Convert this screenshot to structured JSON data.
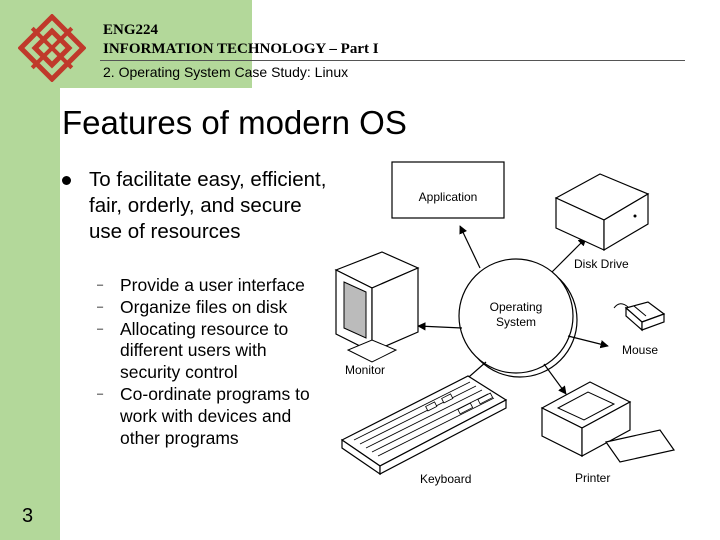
{
  "header": {
    "course": "ENG224",
    "course_title": "INFORMATION TECHNOLOGY – Part I",
    "section": "2. Operating System Case Study: Linux"
  },
  "slide": {
    "title": "Features of modern OS",
    "bullet": "To facilitate easy, efficient, fair, orderly, and secure use of resources",
    "subbullets": [
      "Provide a user interface",
      "Organize files on disk",
      "Allocating resource to different users with security control",
      "Co-ordinate programs to work with devices and other programs"
    ],
    "page_number": "3"
  },
  "diagram": {
    "application": "Application",
    "disk_drive": "Disk Drive",
    "operating_system": [
      "Operating",
      "System"
    ],
    "mouse": "Mouse",
    "monitor": "Monitor",
    "keyboard": "Keyboard",
    "printer": "Printer"
  },
  "colors": {
    "accent_green": "#b3d89a",
    "logo_red": "#c0392b"
  }
}
